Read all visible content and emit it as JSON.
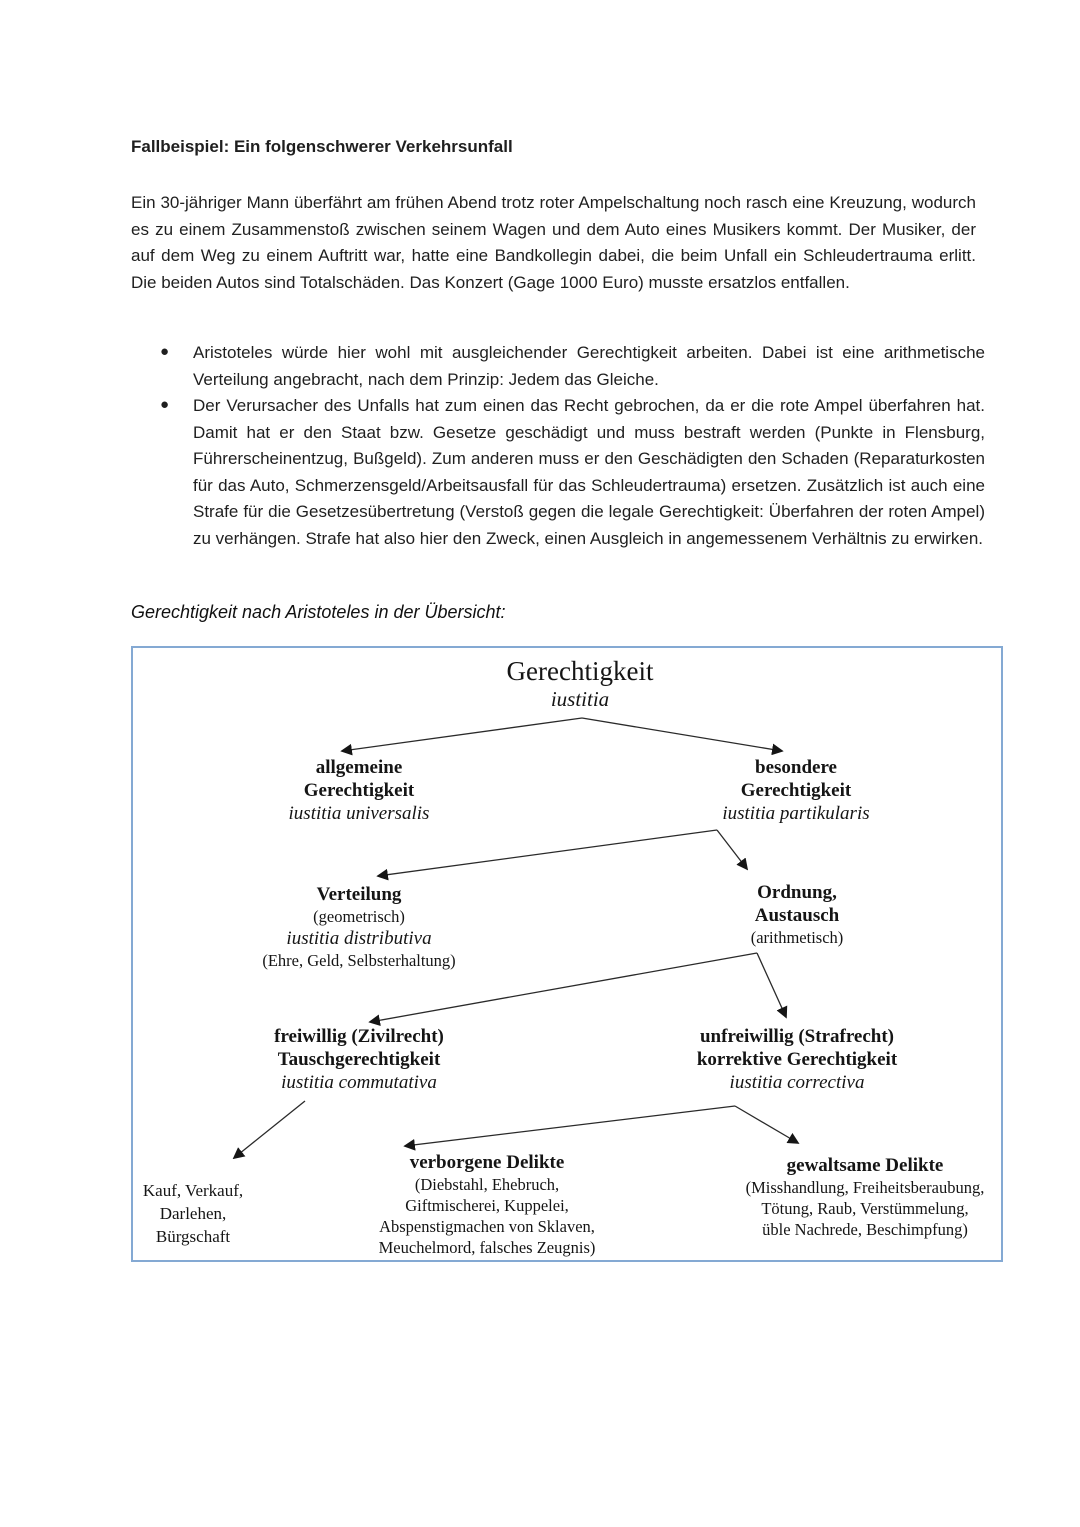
{
  "doc": {
    "heading": "Fallbeispiel: Ein folgenschwerer Verkehrsunfall",
    "intro": "Ein 30-jähriger Mann überfährt am frühen Abend trotz roter Ampelschaltung noch rasch eine Kreuzung, wodurch es zu einem Zusammenstoß zwischen seinem Wagen und dem Auto eines Musikers kommt. Der Musiker, der auf dem Weg zu einem Auftritt war, hatte eine Bandkollegin dabei, die beim Unfall ein Schleudertrauma erlitt. Die beiden Autos sind Totalschäden. Das Konzert (Gage 1000 Euro) musste ersatzlos entfallen.",
    "bullet_glyph": "●",
    "bullets": [
      "Aristoteles würde hier wohl mit ausgleichender Gerechtigkeit arbeiten. Dabei ist eine arithmetische Verteilung angebracht, nach dem Prinzip: Jedem das Gleiche.",
      "Der Verursacher des Unfalls hat zum einen das Recht gebrochen, da er die rote Ampel überfahren hat. Damit hat er den Staat bzw. Gesetze geschädigt und muss bestraft werden (Punkte in Flensburg, Führerscheinentzug, Bußgeld). Zum anderen muss er den Geschädigten den Schaden (Reparaturkosten für das Auto, Schmerzensgeld/Arbeitsausfall für das Schleudertrauma) ersetzen. Zusätzlich ist auch eine Strafe für die Gesetzesübertretung (Verstoß gegen die legale Gerechtigkeit: Überfahren der roten Ampel) zu verhängen. Strafe hat also hier den Zweck, einen Ausgleich in angemessenem Verhältnis zu erwirken."
    ],
    "caption": "Gerechtigkeit nach Aristoteles in der Übersicht:"
  },
  "colors": {
    "box_border": "#84a9d3",
    "text": "#1f1f1f",
    "diagram_text": "#151515"
  },
  "d": {
    "root": [
      "Gerechtigkeit",
      "iustitia"
    ],
    "allgemeine": [
      "allgemeine",
      "Gerechtigkeit",
      "iustitia universalis"
    ],
    "besondere": [
      "besondere",
      "Gerechtigkeit",
      "iustitia partikularis"
    ],
    "verteilung": [
      "Verteilung",
      "(geometrisch)",
      "iustitia distributiva",
      "(Ehre, Geld, Selbsterhaltung)"
    ],
    "ordnung": [
      "Ordnung,",
      "Austausch",
      "(arithmetisch)"
    ],
    "freiwillig": [
      "freiwillig (Zivilrecht)",
      "Tauschgerechtigkeit",
      "iustitia commutativa"
    ],
    "unfreiwillig": [
      "unfreiwillig (Strafrecht)",
      "korrektive Gerechtigkeit",
      "iustitia correctiva"
    ],
    "kauf": [
      "Kauf, Verkauf,",
      "Darlehen,",
      "Bürgschaft"
    ],
    "verborgene": [
      "verborgene Delikte",
      "(Diebstahl, Ehebruch,",
      "Giftmischerei, Kuppelei,",
      "Abspenstigmachen von Sklaven,",
      "Meuchelmord, falsches Zeugnis)"
    ],
    "gewaltsame": [
      "gewaltsame Delikte",
      "(Misshandlung, Freiheitsberaubung,",
      "Tötung, Raub, Verstümmelung,",
      "üble Nachrede, Beschimpfung)"
    ]
  }
}
